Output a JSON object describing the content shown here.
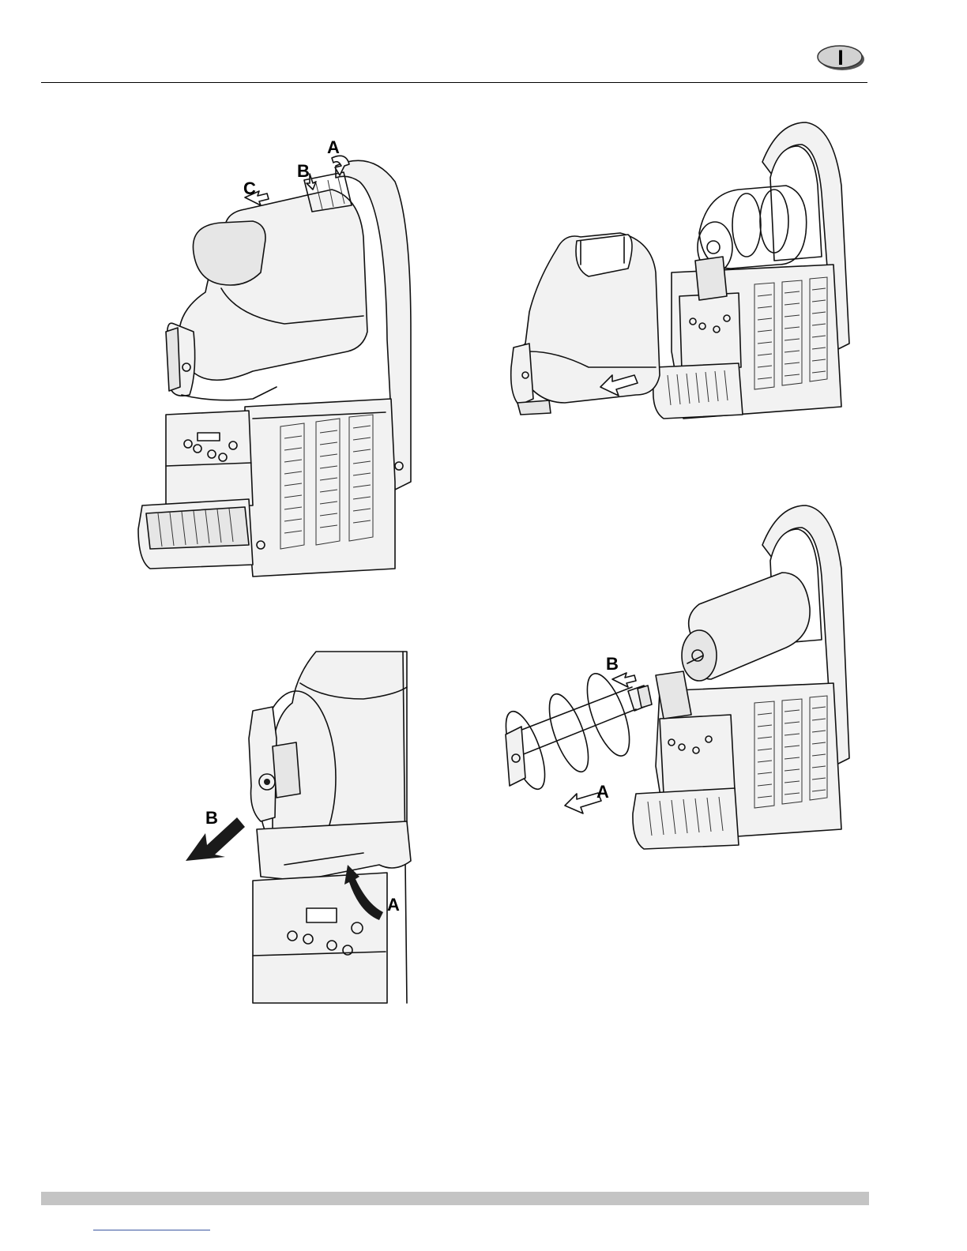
{
  "header": {
    "language_badge": "I"
  },
  "figures": {
    "fig1": {
      "label_a": "A",
      "label_b": "B",
      "label_c": "C"
    },
    "fig2": {},
    "fig3": {
      "label_a": "A",
      "label_b": "B"
    },
    "fig4": {
      "label_a": "A",
      "label_b": "B"
    }
  },
  "icons": {
    "language_badge": "oval-badge-icon",
    "arrow": "arrow-icon"
  },
  "colors": {
    "footer_bar": "#c4c4c4",
    "footer_link_line": "#3b55a0"
  }
}
